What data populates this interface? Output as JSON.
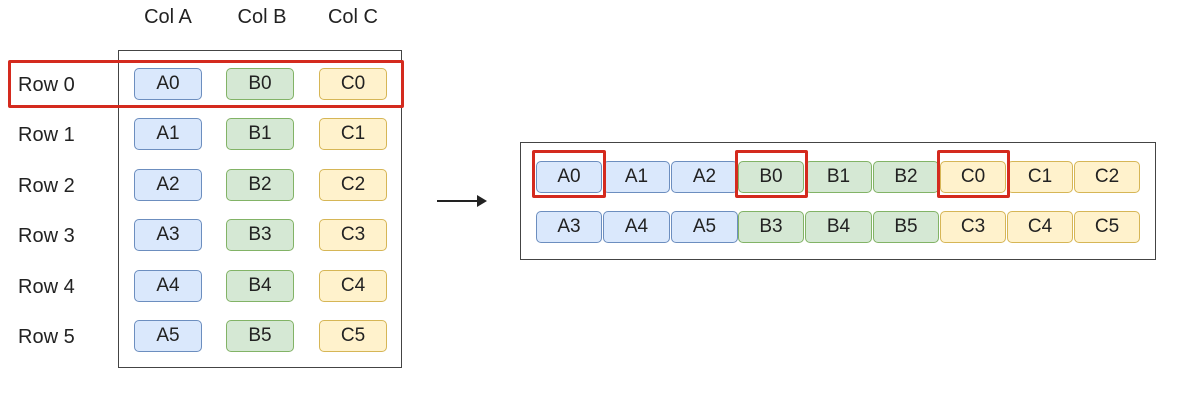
{
  "columns": [
    "Col A",
    "Col B",
    "Col C"
  ],
  "rows": [
    {
      "label": "Row 0",
      "cells": [
        "A0",
        "B0",
        "C0"
      ]
    },
    {
      "label": "Row 1",
      "cells": [
        "A1",
        "B1",
        "C1"
      ]
    },
    {
      "label": "Row 2",
      "cells": [
        "A2",
        "B2",
        "C2"
      ]
    },
    {
      "label": "Row 3",
      "cells": [
        "A3",
        "B3",
        "C3"
      ]
    },
    {
      "label": "Row 4",
      "cells": [
        "A4",
        "B4",
        "C4"
      ]
    },
    {
      "label": "Row 5",
      "cells": [
        "A5",
        "B5",
        "C5"
      ]
    }
  ],
  "flattened": [
    [
      "A0",
      "A1",
      "A2",
      "B0",
      "B1",
      "B2",
      "C0",
      "C1",
      "C2"
    ],
    [
      "A3",
      "A4",
      "A5",
      "B3",
      "B4",
      "B5",
      "C3",
      "C4",
      "C5"
    ]
  ],
  "highlighted_row": "Row 0",
  "highlighted_flat_cells": [
    "A0",
    "B0",
    "C0"
  ],
  "arrow_icon": "right-arrow-icon",
  "colors": {
    "col_a_fill": "#dae8fc",
    "col_a_border": "#6c8ebf",
    "col_b_fill": "#d5e8d4",
    "col_b_border": "#82b366",
    "col_c_fill": "#fff2cc",
    "col_c_border": "#d6b656",
    "highlight": "#d42a1e"
  }
}
